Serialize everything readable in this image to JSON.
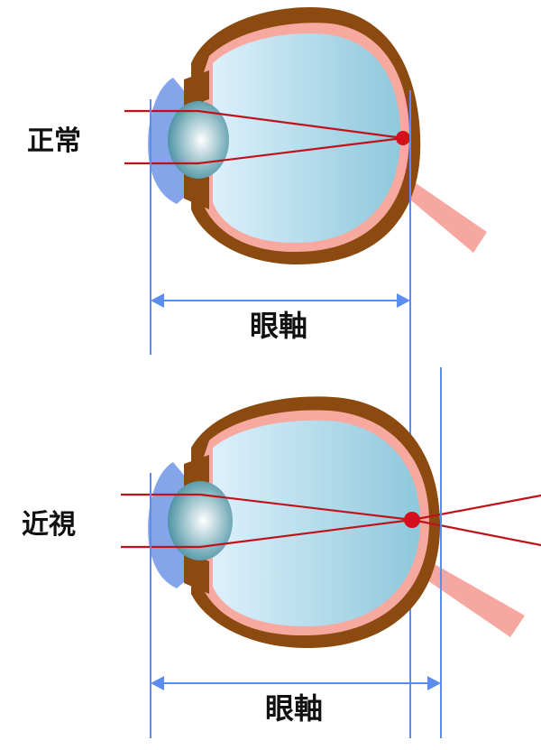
{
  "labels": {
    "normal": "正常",
    "myopia": "近視",
    "axis_normal": "眼軸",
    "axis_myopia": "眼軸"
  },
  "colors": {
    "sclera": "#8B4B10",
    "choroid": "#F7A9A0",
    "vitreous_light": "#DDF0FC",
    "vitreous_dark": "#8EC8DB",
    "cornea": "#6E95E6",
    "lens_light": "#FFFFFF",
    "lens_dark": "#3E8A9C",
    "ray": "#C0121A",
    "focus": "#D50F1C",
    "guide": "#5B8DEF",
    "optic_nerve": "#F6A8A0"
  }
}
